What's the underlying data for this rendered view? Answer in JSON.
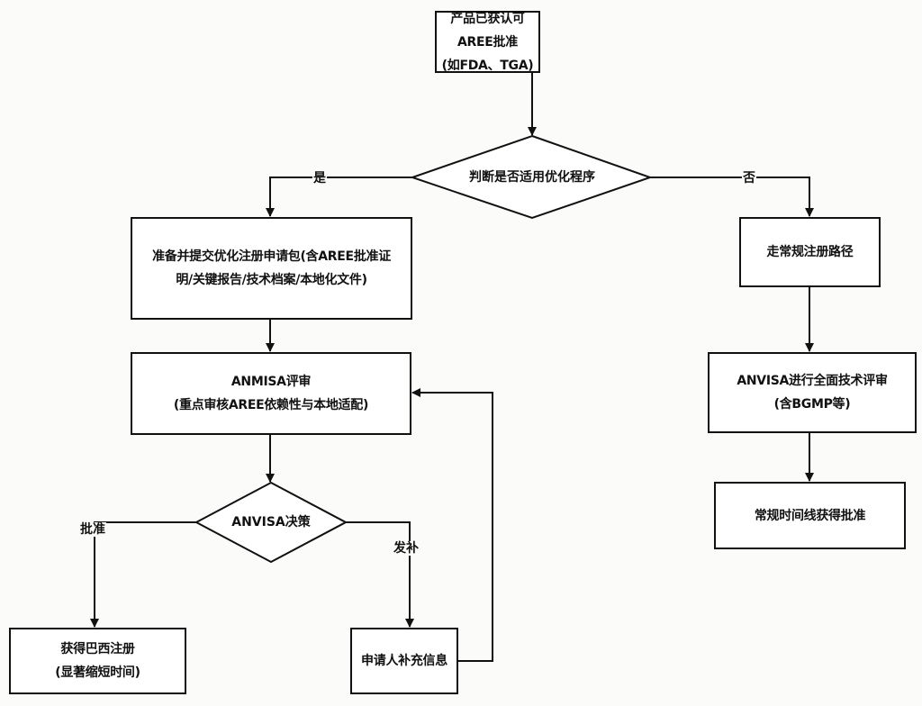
{
  "nodes": {
    "start": {
      "line1": "产品已获认可AREE批准",
      "line2": "(如FDA、TGA)"
    },
    "decision_optimize": {
      "text": "判断是否适用优化程序"
    },
    "prepare_package": {
      "line1": "准备并提交优化注册申请包(含AREE批准证",
      "line2": "明/关键报告/技术档案/本地化文件)"
    },
    "anmisa_review": {
      "line1": "ANMISA评审",
      "line2": "(重点审核AREE依赖性与本地适配)"
    },
    "decision_anvisa": {
      "text": "ANVISA决策"
    },
    "brazil_registration": {
      "line1": "获得巴西注册",
      "line2": "(显著缩短时间)"
    },
    "applicant_supplement": {
      "text": "申请人补充信息"
    },
    "regular_path": {
      "text": "走常规注册路径"
    },
    "full_review": {
      "line1": "ANVISA进行全面技术评审",
      "line2": "(含BGMP等)"
    },
    "regular_approval": {
      "text": "常规时间线获得批准"
    }
  },
  "edge_labels": {
    "yes": "是",
    "no": "否",
    "approve": "批准",
    "supplement_request": "发补"
  },
  "colors": {
    "line": "#111111",
    "box_fill": "#ffffff",
    "background": "#fbfbf9"
  }
}
